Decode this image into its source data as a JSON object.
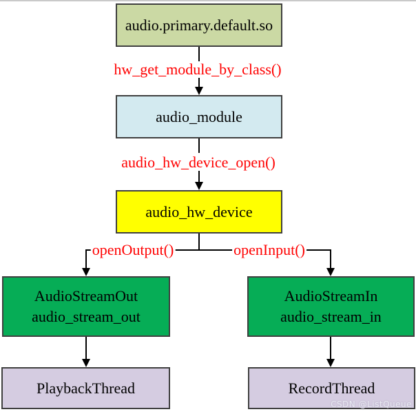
{
  "page": {
    "background": "#ffffff",
    "top_border_color": "#c9c9c9"
  },
  "colors": {
    "box_border": "#3f3f3f",
    "line": "#000000",
    "edge_label": "#ff0000",
    "node_text": "#000000"
  },
  "nodes": {
    "library": {
      "label": "audio.primary.default.so",
      "fill": "#cbd9a4"
    },
    "audio_module": {
      "label": "audio_module",
      "fill": "#d3eaf0"
    },
    "audio_hw_device": {
      "label": "audio_hw_device",
      "fill": "#ffff00"
    },
    "audio_stream_out": {
      "line1": "AudioStreamOut",
      "line2": "audio_stream_out",
      "fill": "#06ad56"
    },
    "audio_stream_in": {
      "line1": "AudioStreamIn",
      "line2": "audio_stream_in",
      "fill": "#06ad56"
    },
    "playback_thread": {
      "label": "PlaybackThread",
      "fill": "#d5cce1"
    },
    "record_thread": {
      "label": "RecordThread",
      "fill": "#d5cce1"
    }
  },
  "edges": {
    "hw_get_module_by_class": {
      "label": "hw_get_module_by_class()"
    },
    "audio_hw_device_open": {
      "label": "audio_hw_device_open()"
    },
    "open_output": {
      "label": "openOutput()"
    },
    "open_input": {
      "label": "openInput()"
    }
  },
  "watermark": {
    "text": "CSDN @ListQueue",
    "color": "#e9e9f3"
  }
}
